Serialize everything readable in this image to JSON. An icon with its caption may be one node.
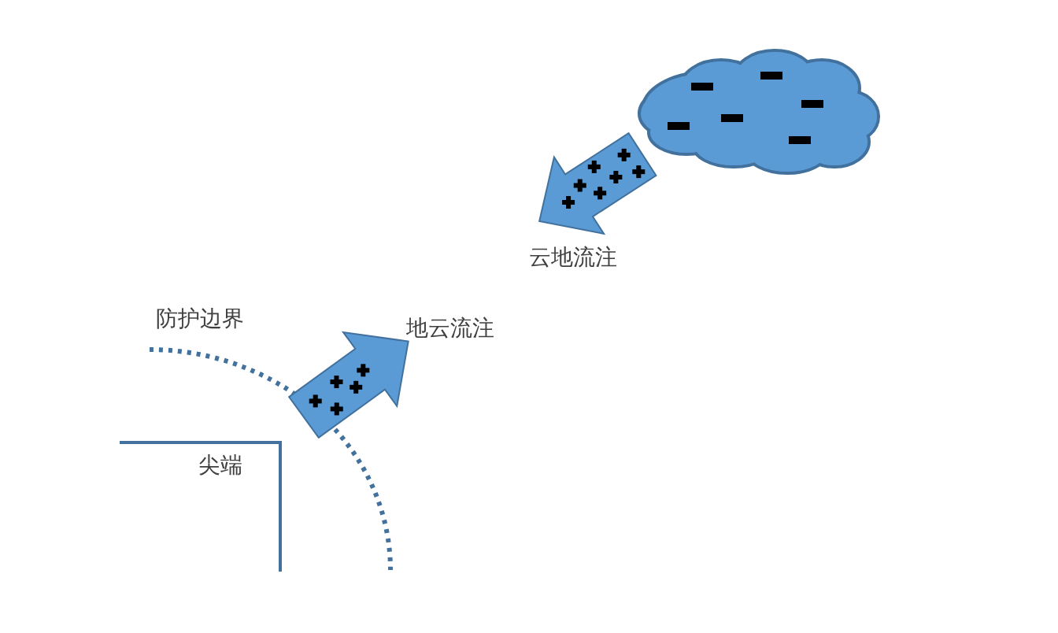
{
  "diagram": {
    "labels": [
      "防护边界",
      "地云流注",
      "尖端",
      "云地流注"
    ]
  }
}
